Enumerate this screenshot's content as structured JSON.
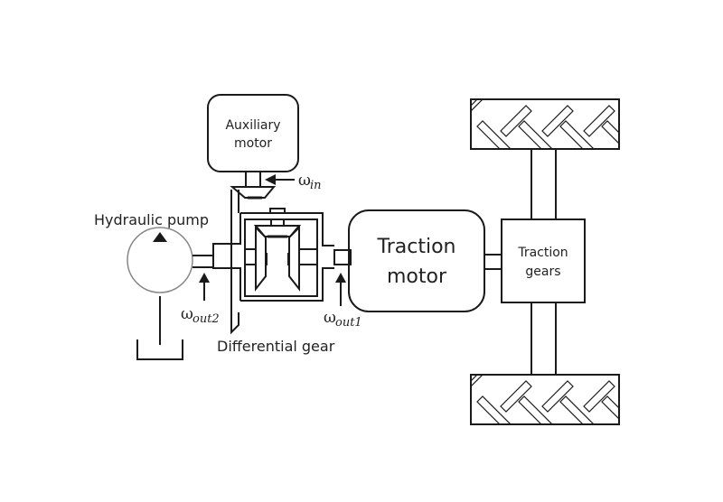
{
  "title": "Hybrid drivetrain with differential gear schematic",
  "components": {
    "auxiliary_motor": {
      "label_line1": "Auxiliary",
      "label_line2": "motor"
    },
    "hydraulic_pump": {
      "label": "Hydraulic pump"
    },
    "differential_gear": {
      "label": "Differential gear"
    },
    "traction_motor": {
      "label_line1": "Traction",
      "label_line2": "motor"
    },
    "traction_gears": {
      "label_line1": "Traction",
      "label_line2": "gears"
    }
  },
  "speeds": {
    "in": {
      "symbol": "ω",
      "subscript": "in"
    },
    "out1": {
      "symbol": "ω",
      "subscript": "out1"
    },
    "out2": {
      "symbol": "ω",
      "subscript": "out2"
    }
  },
  "colors": {
    "line": "#1a1a1a",
    "pump_outline": "#888888",
    "background": "#ffffff"
  }
}
